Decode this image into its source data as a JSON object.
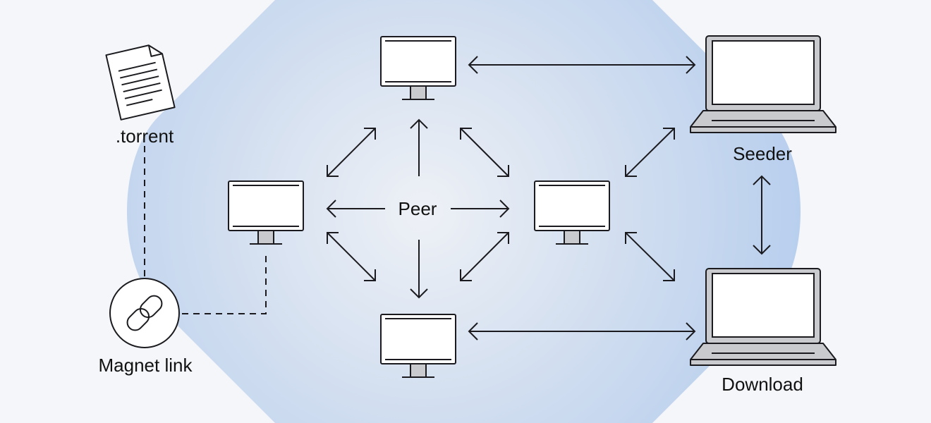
{
  "labels": {
    "torrent": ".torrent",
    "magnet": "Magnet link",
    "peer": "Peer",
    "seeder": "Seeder",
    "download": "Download"
  },
  "colors": {
    "page_bg": "#f4f6f9",
    "blob_edge": "#b7cfee",
    "blob_center": "#eef1f6",
    "stroke": "#1b1b1f",
    "screen_fill": "#ffffff",
    "device_grey": "#c8cace"
  },
  "icons": [
    "document-icon",
    "chain-link-icon",
    "desktop-monitor-icon",
    "laptop-icon",
    "bidirectional-arrow-icon"
  ]
}
